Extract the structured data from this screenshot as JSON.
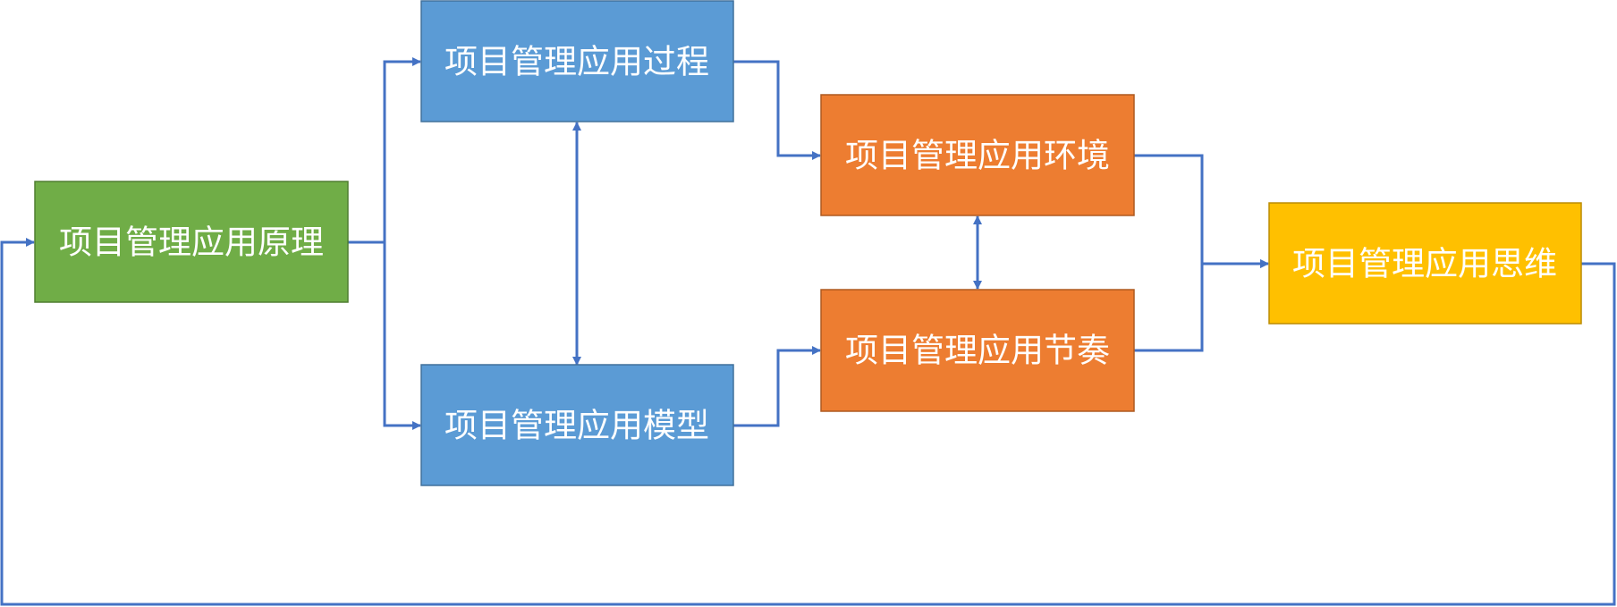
{
  "colors": {
    "connector": "#4472C4",
    "green_fill": "#70AD47",
    "green_border": "#507E32",
    "blue_fill": "#5B9BD5",
    "blue_border": "#41719C",
    "orange_fill": "#ED7D31",
    "orange_border": "#AE5A21",
    "yellow_fill": "#FFC000",
    "yellow_border": "#BC8C00",
    "label_text": "#FFFFFF"
  },
  "nodes": {
    "principle": {
      "label": "项目管理应用原理"
    },
    "process": {
      "label": "项目管理应用过程"
    },
    "model": {
      "label": "项目管理应用模型"
    },
    "environment": {
      "label": "项目管理应用环境"
    },
    "rhythm": {
      "label": "项目管理应用节奏"
    },
    "thinking": {
      "label": "项目管理应用思维"
    }
  }
}
